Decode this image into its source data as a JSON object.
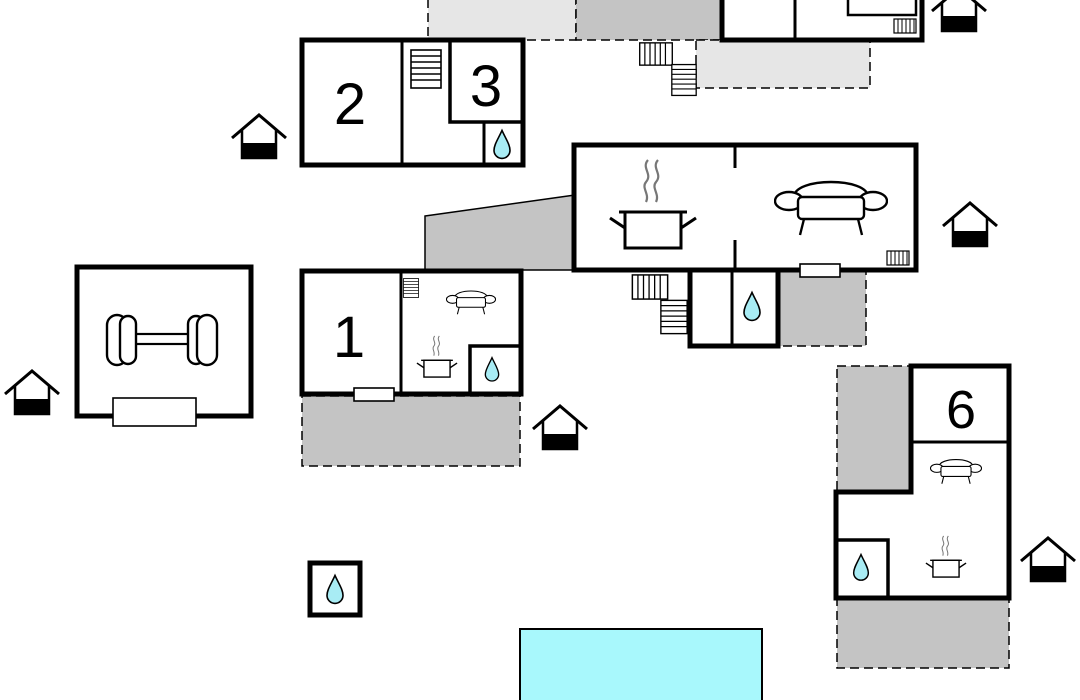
{
  "colors": {
    "background": "#ffffff",
    "wall": "#000000",
    "terrace": "#c4c4c4",
    "terrace_light": "#e6e6e6",
    "water": "#a8ecf4",
    "pool": "#a8f8fc"
  },
  "rooms": [
    {
      "id": "bedroom-1",
      "label": "1"
    },
    {
      "id": "bedroom-2",
      "label": "2"
    },
    {
      "id": "bedroom-3",
      "label": "3"
    },
    {
      "id": "bedroom-6",
      "label": "6"
    }
  ],
  "icons": [
    "exit-house-icon",
    "water-drop-icon",
    "sofa-icon",
    "cooking-pot-icon",
    "dumbbell-icon",
    "stairs-icon",
    "radiator-icon"
  ]
}
